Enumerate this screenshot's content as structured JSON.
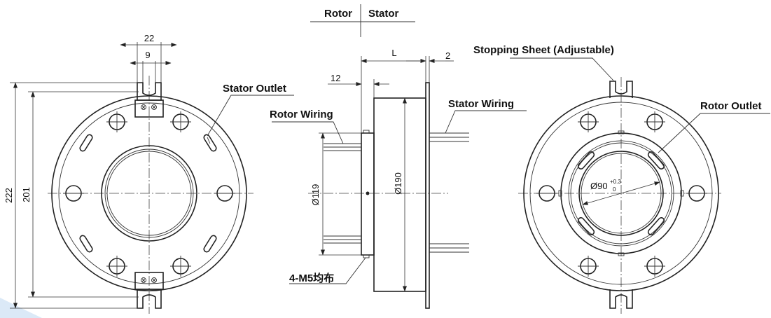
{
  "header": {
    "rotor": "Rotor",
    "stator": "Stator"
  },
  "labels": {
    "stator_outlet": "Stator Outlet",
    "rotor_wiring": "Rotor Wiring",
    "stator_wiring": "Stator Wiring",
    "stopping_sheet": "Stopping Sheet (Adjustable)",
    "rotor_outlet": "Rotor Outlet",
    "mounting_holes": "4-M5均布"
  },
  "dimensions": {
    "d22": "22",
    "d9": "9",
    "d222": "222",
    "d201": "201",
    "d12": "12",
    "dL": "L",
    "d2": "2",
    "d119": "Ø119",
    "d190": "Ø190",
    "d90": "Ø90",
    "d90_tol_upper": "+0.3",
    "d90_tol_lower": "0"
  }
}
